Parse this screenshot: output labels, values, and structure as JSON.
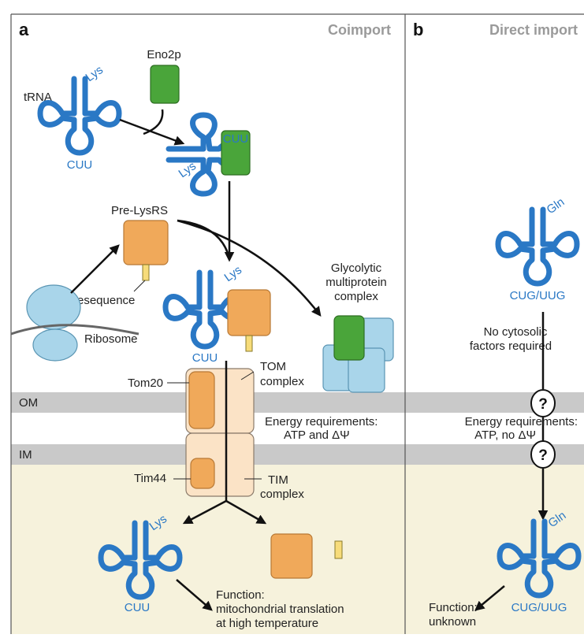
{
  "panel_a": {
    "letter": "a",
    "title": "Coimport",
    "eno2p": "Eno2p",
    "trna": "tRNA",
    "lys": "Lys",
    "cuu": "CUU",
    "pre_lysrs": "Pre-LysRS",
    "presequence": "Presequence",
    "ribosome": "Ribosome",
    "glycolytic_line1": "Glycolytic",
    "glycolytic_line2": "multiprotein",
    "glycolytic_line3": "complex",
    "tom20": "Tom20",
    "tom_line1": "TOM",
    "tom_line2": "complex",
    "om": "OM",
    "im": "IM",
    "energy_line1": "Energy requirements:",
    "energy_line2": "ATP and ΔΨ",
    "tim44": "Tim44",
    "tim_line1": "TIM",
    "tim_line2": "complex",
    "function_line1": "Function:",
    "function_line2": "mitochondrial translation",
    "function_line3": "at high temperature"
  },
  "panel_b": {
    "letter": "b",
    "title": "Direct import",
    "gln": "Gln",
    "codon": "CUG/UUG",
    "factors_line1": "No cytosolic",
    "factors_line2": "factors required",
    "unknown_mark": "?",
    "energy_line1": "Energy requirements:",
    "energy_line2": "ATP, no ΔΨ",
    "function_line1": "Function:",
    "function_line2": "unknown"
  },
  "colors": {
    "trna_blue": "#2a78c5",
    "eno2p_green": "#4aa53a",
    "lysrs_orange": "#f0a95a",
    "ribosome_blue": "#a9d5ea",
    "membrane_gray": "#c9c9c9",
    "matrix_beige": "#f6f2dc",
    "translocase_peach": "#fbe3c6"
  }
}
